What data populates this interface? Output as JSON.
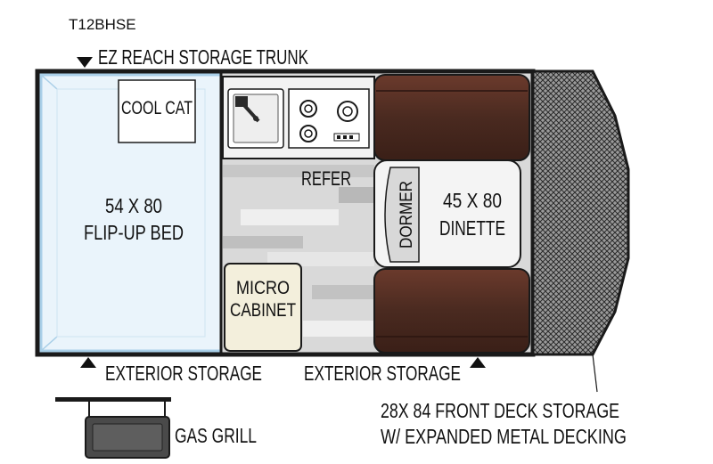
{
  "model": "T12BHSE",
  "labels": {
    "trunk": "EZ REACH STORAGE TRUNK",
    "cool_cat": "COOL CAT",
    "bed_size": "54 X 80",
    "bed_name": "FLIP-UP BED",
    "refer": "REFER",
    "dormer": "DORMER",
    "dinette_size": "45 X 80",
    "dinette_name": "DINETTE",
    "micro_1": "MICRO",
    "micro_2": "CABINET",
    "ext_storage_left": "EXTERIOR STORAGE",
    "ext_storage_right": "EXTERIOR STORAGE",
    "gas_grill": "GAS GRILL",
    "deck_1": "28X 84 FRONT DECK STORAGE",
    "deck_2": "W/ EXPANDED METAL DECKING"
  },
  "colors": {
    "outline": "#1a1a1a",
    "bed": "#eaf4fb",
    "bed_edge": "#a9cfe8",
    "cushion": "#4a2a20",
    "floor_light": "#d6d6d6",
    "floor_dark": "#bdbdbd",
    "micro": "#f3efdc",
    "deck": "#8c8c8c"
  }
}
